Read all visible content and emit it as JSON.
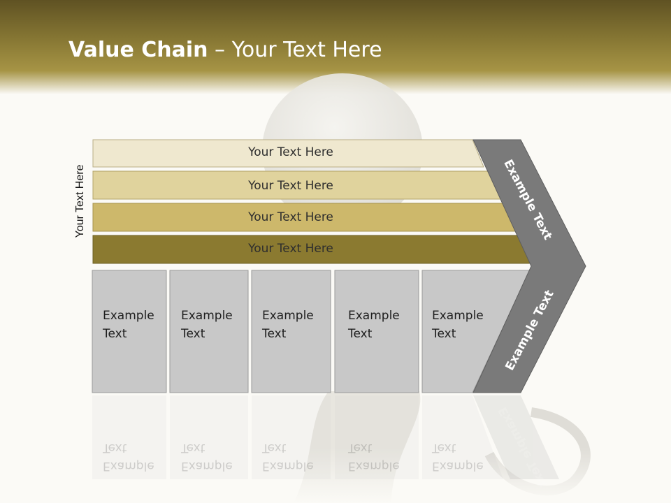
{
  "slide": {
    "title_bold": "Value Chain",
    "title_rest": " – Your Text Here",
    "side_label": "Your Text Here",
    "bands": [
      "Your Text Here",
      "Your Text Here",
      "Your Text Here",
      "Your Text Here"
    ],
    "boxes": [
      {
        "line1": "Example",
        "line2": "Text"
      },
      {
        "line1": "Example",
        "line2": "Text"
      },
      {
        "line1": "Example",
        "line2": "Text"
      },
      {
        "line1": "Example",
        "line2": "Text"
      },
      {
        "line1": "Example",
        "line2": "Text"
      }
    ],
    "chevron_top": "Example Text",
    "chevron_bottom": "Example Text"
  },
  "colors": {
    "header_dark": "#5f5223",
    "band_1": "#efe8cf",
    "band_2": "#e0d39d",
    "band_3": "#cdb86b",
    "band_4": "#8b7a30",
    "box_fill": "#c8c8c8",
    "chevron_fill": "#7a7a7a"
  }
}
